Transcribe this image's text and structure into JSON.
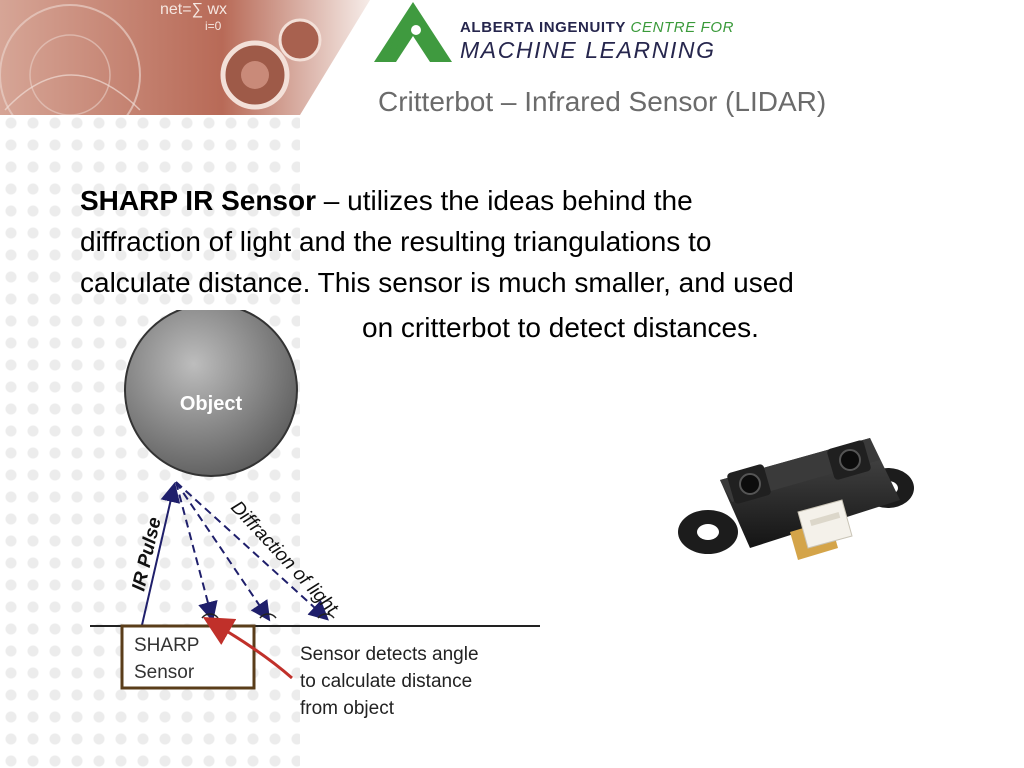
{
  "header": {
    "logo": {
      "line1_main": "ALBERTA INGENUITY",
      "line1_accent": "CENTRE FOR",
      "line2": "MACHINE LEARNING"
    },
    "banner_formula": "net=∑ wx",
    "banner_sub": "i=0"
  },
  "slide": {
    "title": "Critterbot – Infrared Sensor (LIDAR)",
    "body": {
      "bold": "SHARP IR Sensor",
      "text_line1": " – utilizes the ideas behind the",
      "text_line2": "diffraction of light and the resulting triangulations to",
      "text_line3": "calculate distance. This sensor is much smaller, and used",
      "text_line4": "on critterbot to detect distances."
    }
  },
  "diagram": {
    "object_label": "Object",
    "ir_pulse_label": "IR Pulse",
    "diffraction_label": "Diffraction of light",
    "sensor_label_line1": "SHARP",
    "sensor_label_line2": "Sensor",
    "caption_line1": "Sensor detects angle",
    "caption_line2": "to calculate distance",
    "caption_line3": "from object"
  },
  "colors": {
    "title": "#6b6b6b",
    "logo_text": "#26264d",
    "logo_green": "#3a9a3a",
    "arrow_navy": "#1f1f6b",
    "red_arrow": "#c0302a",
    "sensor_box": "#5a3d1a"
  }
}
